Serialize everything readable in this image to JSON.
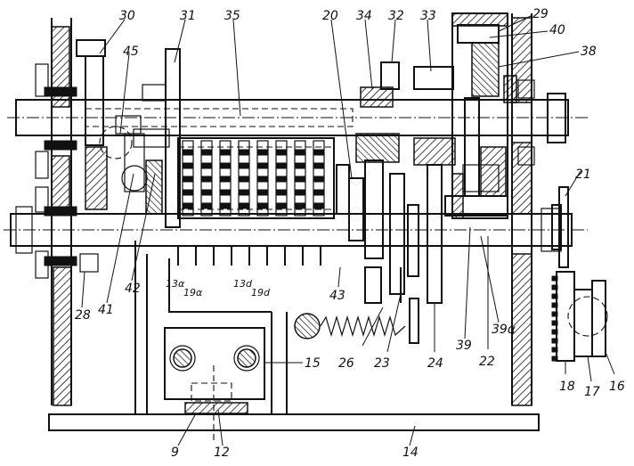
{
  "labels": {
    "l30": "30",
    "l31": "31",
    "l35": "35",
    "l20": "20",
    "l34": "34",
    "l32": "32",
    "l33": "33",
    "l29": "29",
    "l40": "40",
    "l38": "38",
    "l45": "45",
    "l21": "21",
    "l28": "28",
    "l41": "41",
    "l42": "42",
    "l13a": "13α",
    "l19a": "19α",
    "l13d": "13d",
    "l19d": "19d",
    "l43": "43",
    "l26": "26",
    "l23": "23",
    "l24": "24",
    "l39": "39",
    "l39a": "39α",
    "l22": "22",
    "l15": "15",
    "l14": "14",
    "l9": "9",
    "l12": "12",
    "l18": "18",
    "l17": "17",
    "l16": "16"
  }
}
